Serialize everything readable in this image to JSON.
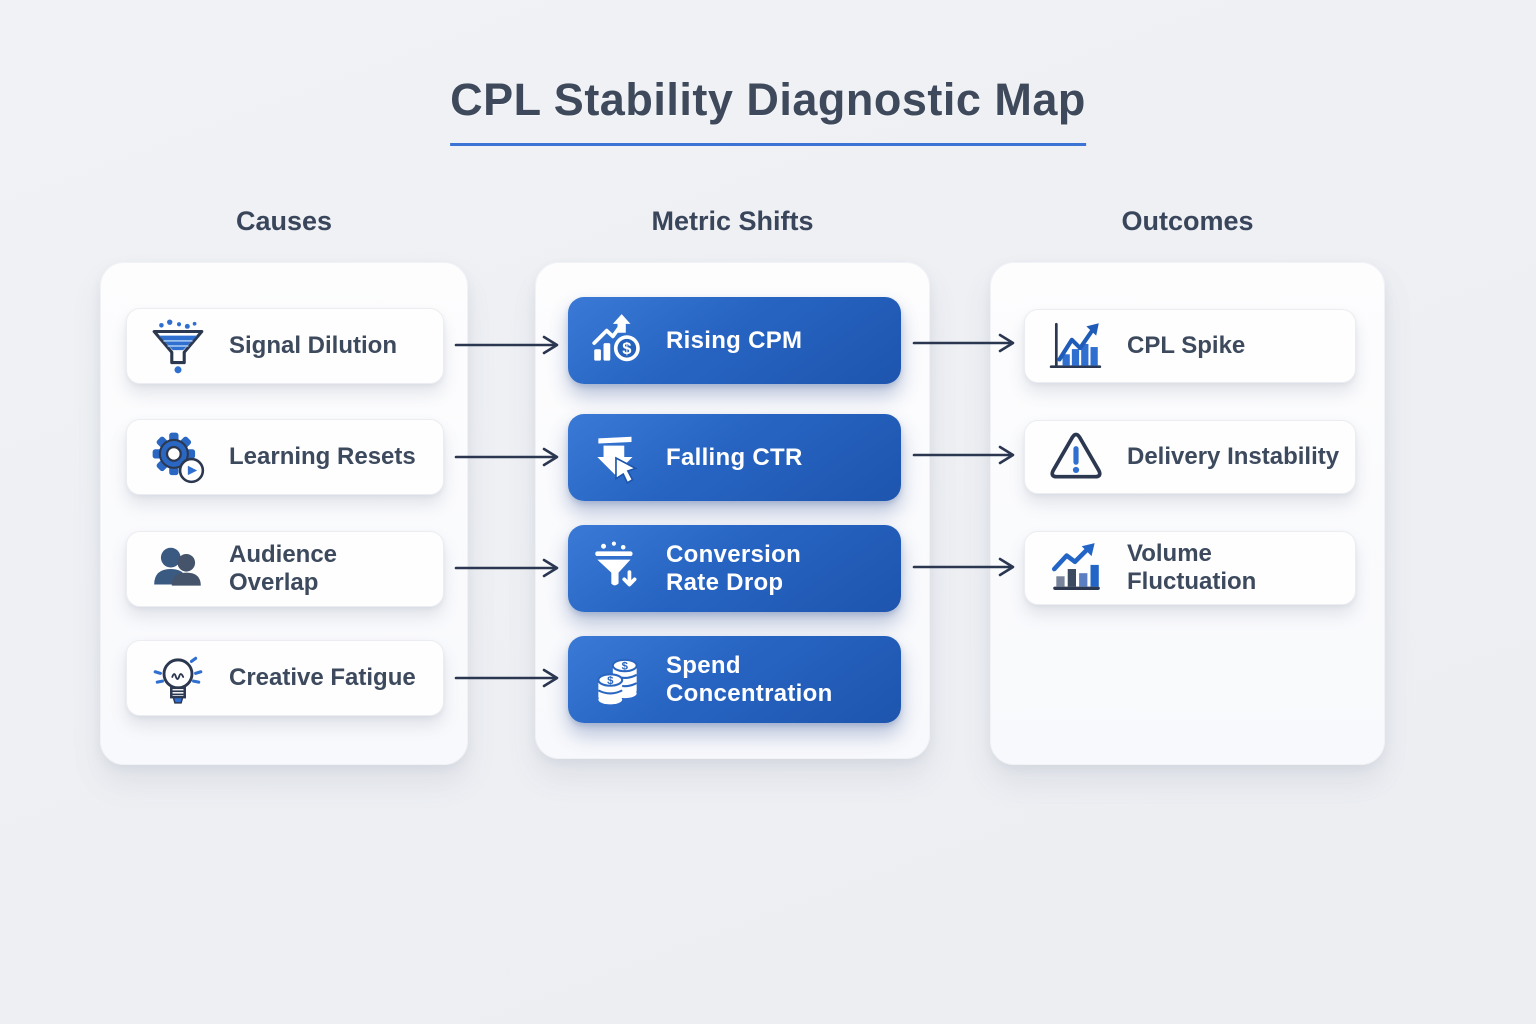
{
  "title": "CPL Stability Diagnostic Map",
  "causes": {
    "header": "Causes",
    "items": [
      {
        "label": "Signal Dilution",
        "icon": "funnel-dilution-icon"
      },
      {
        "label": "Learning Resets",
        "icon": "gear-refresh-icon"
      },
      {
        "label": "Audience Overlap",
        "icon": "people-overlap-icon"
      },
      {
        "label": "Creative Fatigue",
        "icon": "lightbulb-icon"
      }
    ]
  },
  "metric_shifts": {
    "header": "Metric Shifts",
    "items": [
      {
        "label": "Rising CPM",
        "icon": "rising-chart-dollar-icon"
      },
      {
        "label": "Falling CTR",
        "icon": "down-arrow-cursor-icon"
      },
      {
        "label": "Conversion\nRate Drop",
        "icon": "funnel-down-icon"
      },
      {
        "label": "Spend\nConcentration",
        "icon": "coin-stacks-icon"
      }
    ]
  },
  "outcomes": {
    "header": "Outcomes",
    "items": [
      {
        "label": "CPL Spike",
        "icon": "spike-chart-icon"
      },
      {
        "label": "Delivery Instability",
        "icon": "warning-triangle-icon"
      },
      {
        "label": "Volume Fluctuation",
        "icon": "fluctuating-bars-icon"
      }
    ]
  },
  "connections": {
    "causes_to_metrics": 4,
    "metrics_to_outcomes": 3
  },
  "colors": {
    "background": "#eef0f3",
    "panel": "#fcfdfe",
    "card_blue_start": "#3a7ad6",
    "card_blue_end": "#1d55ae",
    "accent_blue": "#2f6fd0",
    "arrow": "#2b3650",
    "title_text": "#3e4a5c",
    "title_underline": "#3b74d4",
    "label_text": "#3d4a5e"
  }
}
